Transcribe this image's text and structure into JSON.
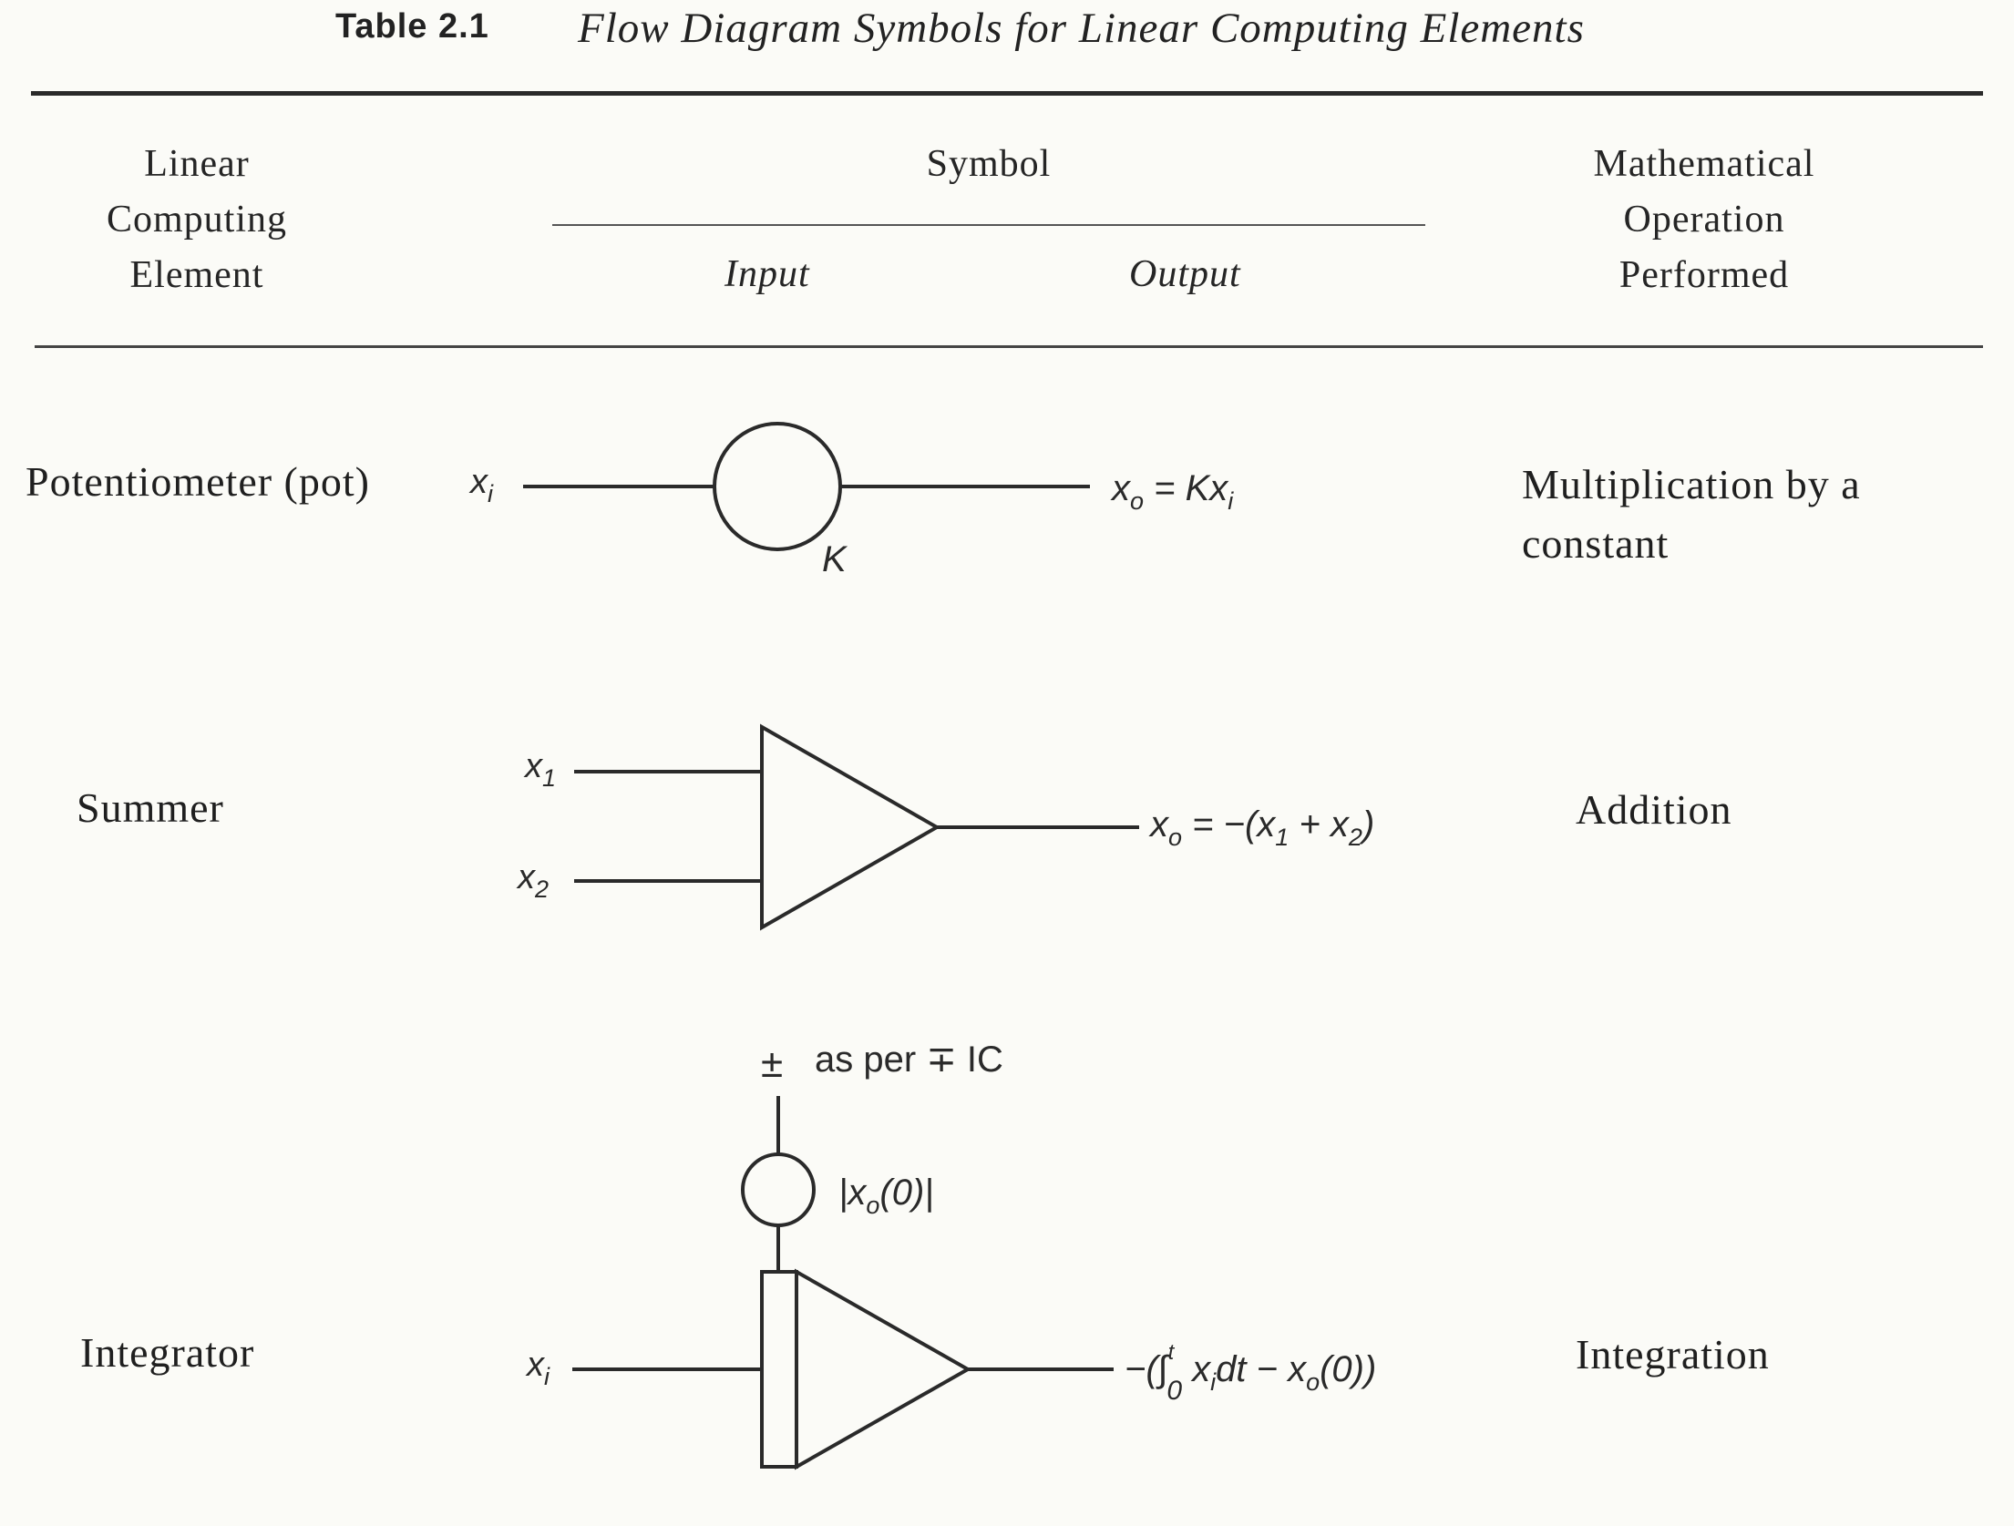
{
  "caption": {
    "number": "Table 2.1",
    "title": "Flow Diagram Symbols for Linear Computing Elements"
  },
  "headers": {
    "element": [
      "Linear",
      "Computing",
      "Element"
    ],
    "symbol": "Symbol",
    "input": "Input",
    "output": "Output",
    "operation": [
      "Mathematical",
      "Operation",
      "Performed"
    ]
  },
  "rows": [
    {
      "element": "Potentiometer (pot)",
      "operation": [
        "Multiplication by a",
        "constant"
      ],
      "symbol": {
        "input": "x",
        "input_sub": "i",
        "gain": "K",
        "output_lhs": "x",
        "output_lhs_sub": "o",
        "output_rhs": " = Kx",
        "output_rhs_sub": "i"
      }
    },
    {
      "element": "Summer",
      "operation": [
        "Addition"
      ],
      "symbol": {
        "input1": "x",
        "input1_sub": "1",
        "input2": "x",
        "input2_sub": "2",
        "output_a": "x",
        "output_a_sub": "o",
        "output_b": " = −(x",
        "output_b_sub": "1",
        "output_c": " + x",
        "output_c_sub": "2",
        "output_d": ")"
      }
    },
    {
      "element": "Integrator",
      "operation": [
        "Integration"
      ],
      "symbol": {
        "ic_sign": "±",
        "ic_text": "as per ∓ IC",
        "ic_value": "|x",
        "ic_value_sub": "o",
        "ic_value_end": "(0)|",
        "input": "x",
        "input_sub": "i",
        "output_open": "−(∫",
        "output_upper": "t",
        "output_lower": "0",
        "output_mid": " x",
        "output_mid_sub": "i",
        "output_tail": "dt − x",
        "output_tail_sub": "o",
        "output_end": "(0))"
      }
    }
  ]
}
